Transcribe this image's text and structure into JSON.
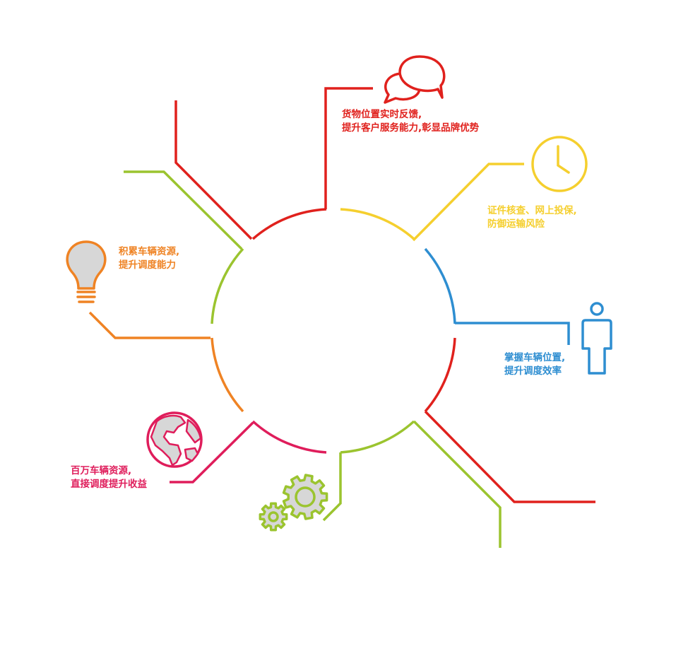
{
  "colors": {
    "red": "#e0211d",
    "yellow": "#f5cf2e",
    "blue": "#2e8ed1",
    "green": "#9bc42f",
    "orange": "#ef8324",
    "magenta": "#df1d5b",
    "icon_fill": "#d7d7d7"
  },
  "labels": {
    "feedback": {
      "line1": "货物位置实时反馈,",
      "line2": "提升客户服务能力,彰显品牌优势"
    },
    "verify": {
      "line1": "证件核查、网上投保,",
      "line2": "防御运输风险"
    },
    "position": {
      "line1": "掌握车辆位置,",
      "line2": "提升调度效率"
    },
    "accumulate": {
      "line1": "积累车辆资源,",
      "line2": "提升调度能力"
    },
    "million": {
      "line1": "百万车辆资源,",
      "line2": "直接调度提升收益"
    }
  },
  "icons": {
    "chat": "speech-bubbles-icon",
    "clock": "clock-icon",
    "person": "person-icon",
    "bulb": "lightbulb-icon",
    "globe": "globe-icon",
    "gears": "gears-icon"
  }
}
